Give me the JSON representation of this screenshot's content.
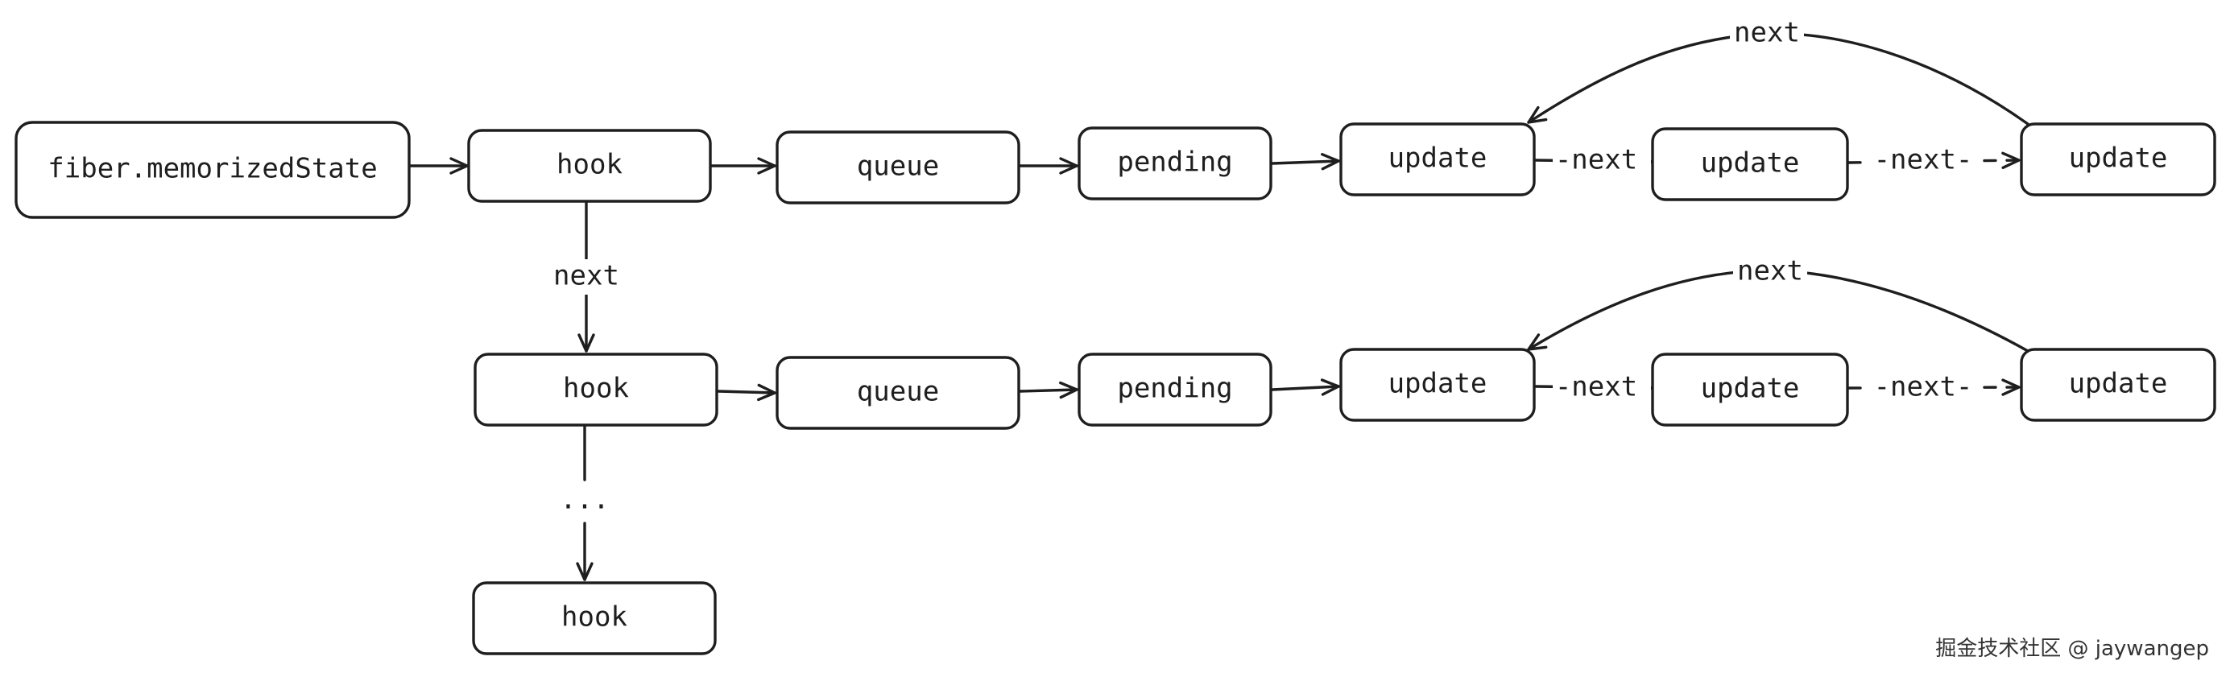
{
  "nodes": {
    "fiber": "fiber.memorizedState",
    "hook_1": "hook",
    "hook_2": "hook",
    "hook_3": "hook",
    "queue_1": "queue",
    "queue_2": "queue",
    "pending_1": "pending",
    "pending_2": "pending",
    "update_1a": "update",
    "update_1b": "update",
    "update_1c": "update",
    "update_2a": "update",
    "update_2b": "update",
    "update_2c": "update"
  },
  "edges": {
    "hook_next": "next",
    "hook_ellipsis": "...",
    "row1_a_b": "-next",
    "row1_b_c": "-next-",
    "row1_loop": "next",
    "row2_a_b": "-next",
    "row2_b_c": "-next-",
    "row2_loop": "next"
  },
  "watermark": "掘金技术社区 @ jaywangep"
}
